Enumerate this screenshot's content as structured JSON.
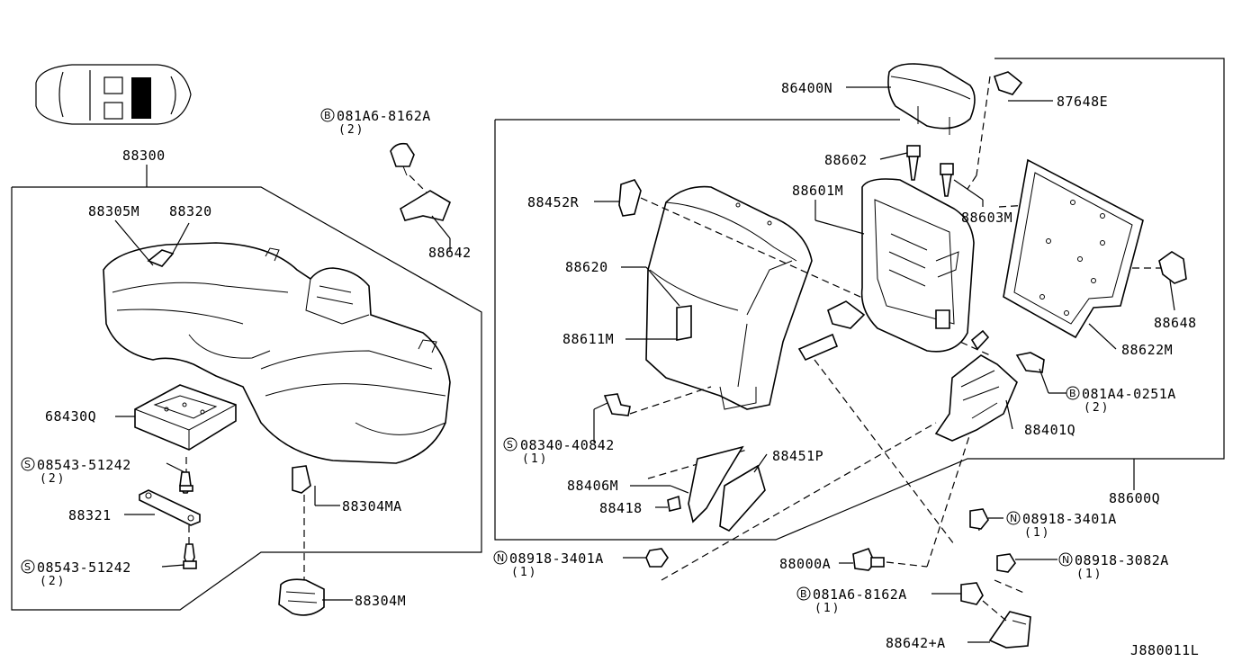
{
  "diagram_code": "J880011L",
  "labels": {
    "p88300": "88300",
    "p88305M": "88305M",
    "p88320": "88320",
    "p68430Q": "68430Q",
    "s08543a": "08543-51242",
    "s08543a_qty": "(2)",
    "p88321": "88321",
    "s08543b": "08543-51242",
    "s08543b_qty": "(2)",
    "p88304MA": "88304MA",
    "p88304M": "88304M",
    "b081A6a": "081A6-8162A",
    "b081A6a_qty": "(2)",
    "p88642": "88642",
    "p88452R": "88452R",
    "p88620": "88620",
    "p88611M": "88611M",
    "s08340": "08340-40842",
    "s08340_qty": "(1)",
    "p88406M": "88406M",
    "p88418": "88418",
    "p88451P": "88451P",
    "n08918a": "08918-3401A",
    "n08918a_qty": "(1)",
    "p86400N": "86400N",
    "p88602": "88602",
    "p88601M": "88601M",
    "p88603M": "88603M",
    "p87648E": "87648E",
    "p88648": "88648",
    "p88622M": "88622M",
    "b081A4": "081A4-0251A",
    "b081A4_qty": "(2)",
    "p88401Q": "88401Q",
    "p88600Q": "88600Q",
    "n08918b": "08918-3401A",
    "n08918b_qty": "(1)",
    "p88000A": "88000A",
    "n08918c": "08918-3082A",
    "n08918c_qty": "(1)",
    "b081A6b": "081A6-8162A",
    "b081A6b_qty": "(1)",
    "p88642A": "88642+A"
  },
  "prefixes": {
    "screw": "S",
    "bolt": "B",
    "nut": "N"
  }
}
